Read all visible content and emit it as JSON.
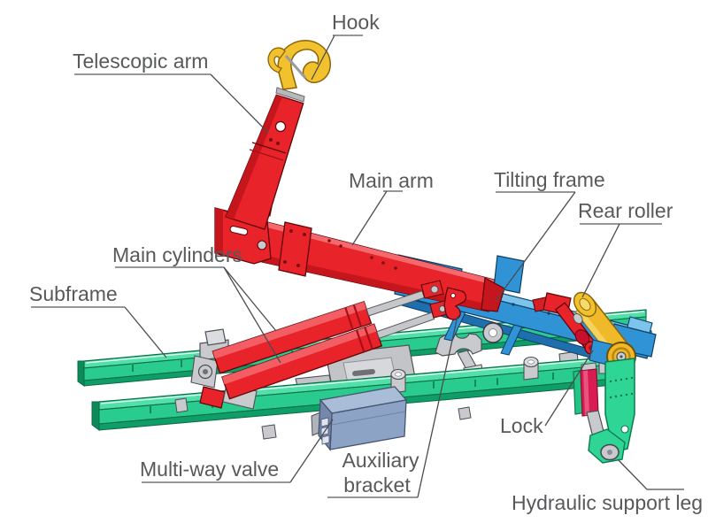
{
  "diagram": {
    "type": "labeled-parts-diagram",
    "subject": "hooklift mechanism"
  },
  "labels": {
    "hook": "Hook",
    "telescopic_arm": "Telescopic arm",
    "main_arm": "Main arm",
    "tilting_frame": "Tilting frame",
    "rear_roller": "Rear roller",
    "main_cylinders": "Main cylinders",
    "subframe": "Subframe",
    "multi_way_valve": "Multi-way valve",
    "auxiliary_bracket_line1": "Auxiliary",
    "auxiliary_bracket_line2": "bracket",
    "lock": "Lock",
    "hydraulic_support_leg": "Hydraulic support leg"
  },
  "parts": [
    {
      "name": "Hook",
      "color": "#f2c12e"
    },
    {
      "name": "Telescopic arm",
      "color": "#e8232a"
    },
    {
      "name": "Main arm",
      "color": "#e8232a"
    },
    {
      "name": "Tilting frame",
      "color": "#2f93d6"
    },
    {
      "name": "Rear roller",
      "color": "#f0b929"
    },
    {
      "name": "Main cylinders",
      "color": "#e8232a"
    },
    {
      "name": "Subframe",
      "color": "#29cc8e"
    },
    {
      "name": "Lock",
      "color": "#e8232a"
    },
    {
      "name": "Multi-way valve",
      "color": "#8da3c6"
    },
    {
      "name": "Auxiliary bracket",
      "color": "#e8232a"
    },
    {
      "name": "Hydraulic support leg",
      "color": "#2fd594"
    }
  ],
  "colors": {
    "background": "#ffffff",
    "label_text": "#58595b",
    "leader_line": "#4c4c4f",
    "red": "#e8232a",
    "red_dark": "#a80f16",
    "blue_light": "#7cc4ec",
    "blue_mid": "#2f93d6",
    "blue_dark": "#1f6fae",
    "green_top": "#52dfa9",
    "green_web": "#29cc8e",
    "green_dark": "#0f9e67",
    "yellow": "#f2c12e",
    "yellow_roller": "#f0b929",
    "crimson": "#d81b51",
    "valve_gray_blue": "#8da3c6",
    "hardware_gray": "#c9cacd"
  }
}
